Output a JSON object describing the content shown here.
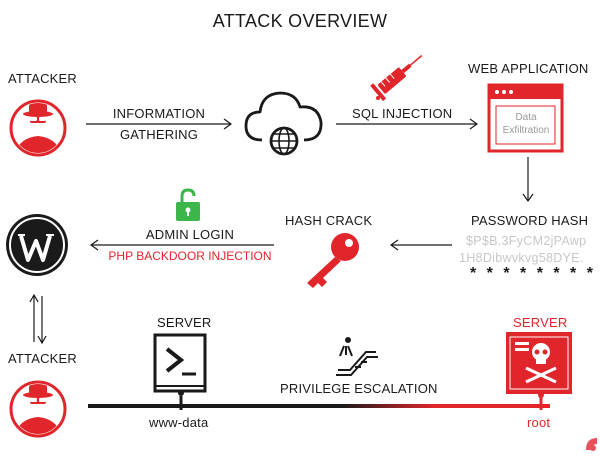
{
  "title": "ATTACK OVERVIEW",
  "nodes": {
    "attacker_top": "ATTACKER",
    "web_application": "WEB APPLICATION",
    "data_exfiltration": "Data\nExfiltration",
    "password_hash": "PASSWORD HASH",
    "hash_crack": "HASH CRACK",
    "attacker_bottom": "ATTACKER",
    "server_left": "SERVER",
    "server_right": "SERVER"
  },
  "edges": {
    "information_line1": "INFORMATION",
    "information_line2": "GATHERING",
    "sql_injection": "SQL INJECTION",
    "admin_login": "ADMIN LOGIN",
    "php_backdoor": "PHP BACKDOOR INJECTION",
    "privilege_escalation": "PRIVILEGE ESCALATION"
  },
  "hash_lines": [
    "$P$B.3FyCM2jPAwp",
    "1H8Dibwvkvg58DYE."
  ],
  "masked_password": "* * * * * * * *",
  "users": {
    "left": "www-data",
    "right": "root"
  },
  "colors": {
    "accent": "#e0262b",
    "dark": "#1a1a1a",
    "muted": "#c7c7c7",
    "success": "#3cb54a"
  },
  "icons": [
    "hacker-icon",
    "cloud-globe-icon",
    "syringe-icon",
    "browser-window-icon",
    "unlock-icon",
    "key-icon",
    "wordpress-icon",
    "terminal-icon",
    "escalator-icon",
    "skull-server-icon",
    "brand-logo-icon"
  ]
}
